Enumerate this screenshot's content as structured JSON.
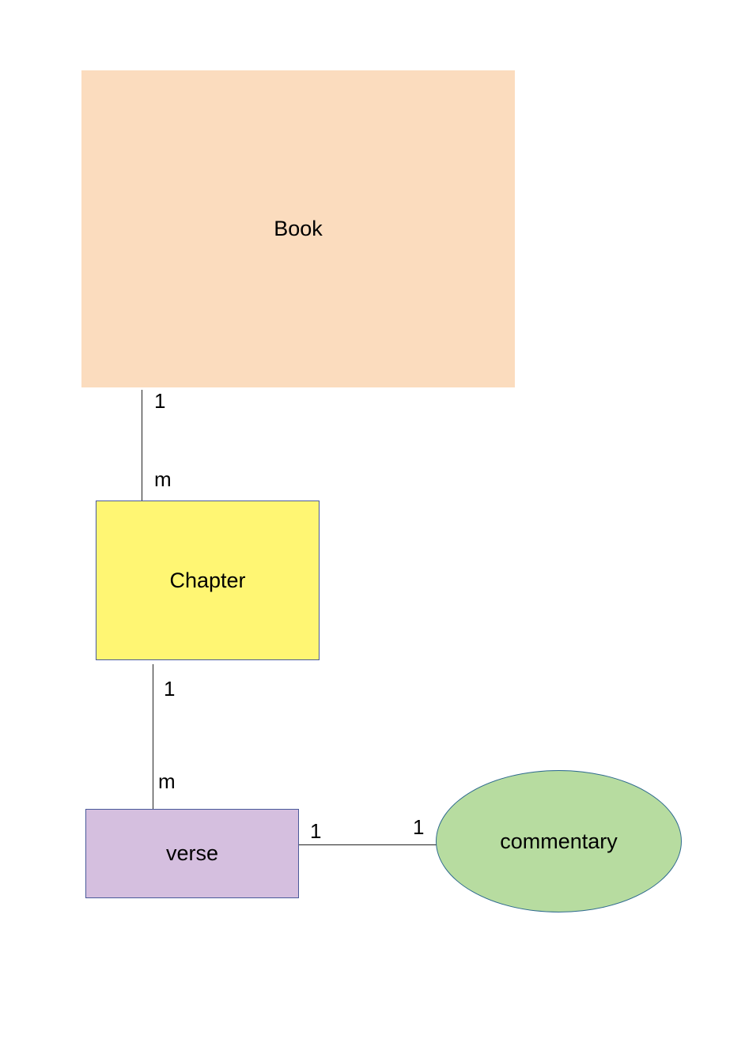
{
  "diagram": {
    "entities": {
      "book": {
        "label": "Book",
        "color": "#fbdcbe",
        "shape": "rectangle"
      },
      "chapter": {
        "label": "Chapter",
        "color": "#fff673",
        "shape": "rectangle"
      },
      "verse": {
        "label": "verse",
        "color": "#d5bfdf",
        "shape": "rectangle"
      },
      "commentary": {
        "label": "commentary",
        "color": "#b7dca0",
        "shape": "ellipse"
      }
    },
    "relationships": [
      {
        "from": "Book",
        "to": "Chapter",
        "from_cardinality": "1",
        "to_cardinality": "m"
      },
      {
        "from": "Chapter",
        "to": "verse",
        "from_cardinality": "1",
        "to_cardinality": "m"
      },
      {
        "from": "verse",
        "to": "commentary",
        "from_cardinality": "1",
        "to_cardinality": "1"
      }
    ]
  }
}
